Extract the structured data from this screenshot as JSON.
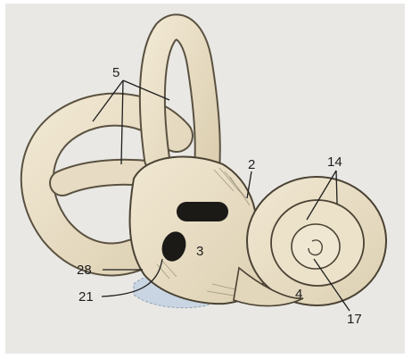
{
  "labels": {
    "l5": "5",
    "l2": "2",
    "l14": "14",
    "l3": "3",
    "l28": "28",
    "l21": "21",
    "l4": "4",
    "l17": "17"
  }
}
